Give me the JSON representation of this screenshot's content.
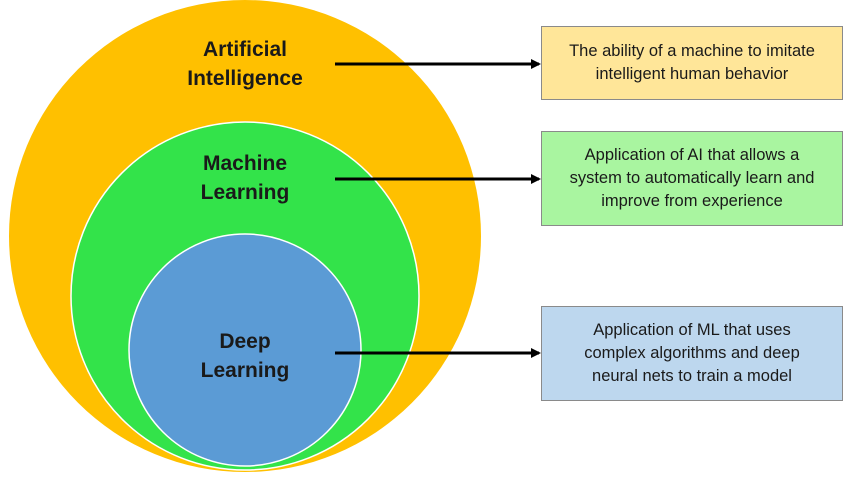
{
  "colors": {
    "ai_circle": "#FFC000",
    "ml_circle": "#33E34A",
    "dl_circle": "#5B9BD5",
    "ai_box": "#FFE699",
    "ml_box": "#A9F5A0",
    "dl_box": "#BDD7EE",
    "arrow": "#000000"
  },
  "circles": {
    "ai": {
      "label_line1": "Artificial",
      "label_line2": "Intelligence"
    },
    "ml": {
      "label_line1": "Machine",
      "label_line2": "Learning"
    },
    "dl": {
      "label_line1": "Deep",
      "label_line2": "Learning"
    }
  },
  "boxes": {
    "ai": {
      "line1": "The ability of a machine to imitate",
      "line2": "intelligent human behavior"
    },
    "ml": {
      "line1": "Application of AI that allows a",
      "line2": "system to automatically learn and",
      "line3": "improve from experience"
    },
    "dl": {
      "line1": "Application of ML that uses",
      "line2": "complex algorithms and deep",
      "line3": "neural nets to train a model"
    }
  }
}
